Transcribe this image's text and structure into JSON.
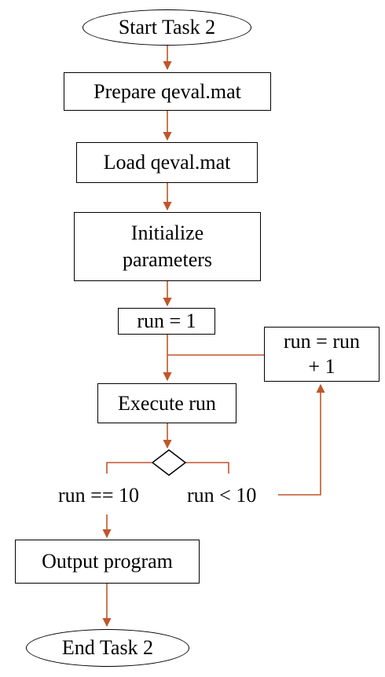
{
  "colors": {
    "connector": "#c0562b",
    "outline": "#000000"
  },
  "nodes": {
    "start": "Start Task 2",
    "prepare": "Prepare qeval.mat",
    "load": "Load qeval.mat",
    "init_line1": "Initialize",
    "init_line2": "parameters",
    "run_init": "run = 1",
    "increment_line1": "run = run",
    "increment_line2": "+ 1",
    "execute": "Execute run",
    "output": "Output program",
    "end": "End Task 2"
  },
  "branches": {
    "done": "run == 10",
    "loop": "run < 10"
  }
}
